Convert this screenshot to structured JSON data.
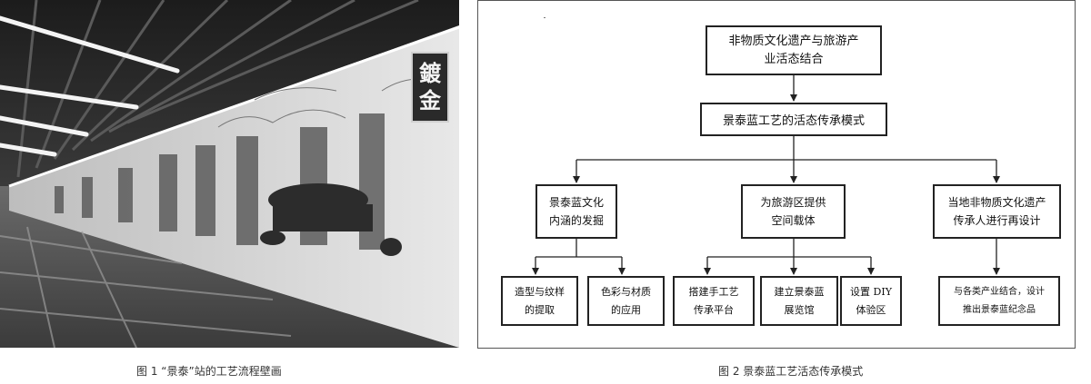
{
  "figure1": {
    "sign_chars": [
      "鍍",
      "金"
    ],
    "caption": "图 1 “景泰”站的工艺流程壁画"
  },
  "figure2": {
    "caption": "图 2   景泰蓝工艺活态传承模式",
    "nodes": {
      "top": [
        "非物质文化遗产与旅游产",
        "业活态结合"
      ],
      "mode": [
        "景泰蓝工艺的活态传承模式"
      ],
      "l2a": [
        "景泰蓝文化",
        "内涵的发掘"
      ],
      "l2b": [
        "为旅游区提供",
        "空间载体"
      ],
      "l2c": [
        "当地非物质文化遗产",
        "传承人进行再设计"
      ],
      "a1": [
        "造型与纹样",
        "的提取"
      ],
      "a2": [
        "色彩与材质",
        "的应用"
      ],
      "b1": [
        "搭建手工艺",
        "传承平台"
      ],
      "b2": [
        "建立景泰蓝",
        "展览馆"
      ],
      "b3": [
        "设置 DIY",
        "体验区"
      ],
      "c1": [
        "与各类产业结合，设计",
        "推出景泰蓝纪念品"
      ]
    }
  }
}
